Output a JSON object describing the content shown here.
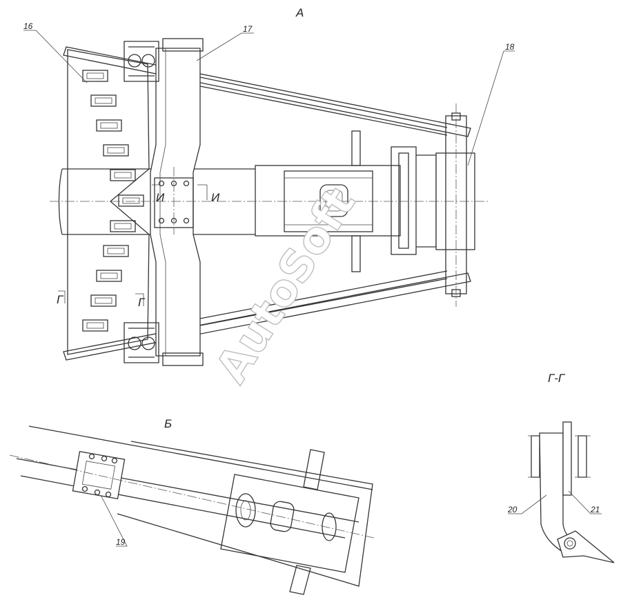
{
  "views": {
    "a": "А",
    "b": "Б",
    "g": "Г-Г"
  },
  "section_marks": {
    "i_left": "И",
    "i_right": "И",
    "g_left": "Г",
    "g_right": "Г"
  },
  "callouts": [
    "16",
    "17",
    "18",
    "19",
    "20",
    "21"
  ],
  "watermark": "AutoSoft"
}
